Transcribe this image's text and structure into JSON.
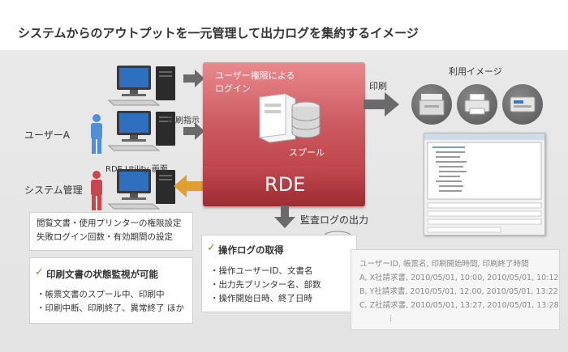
{
  "title": "システムからのアウトプットを一元管理して出力ログを集約するイメージ",
  "labels": {
    "user_a": "ユーザーA",
    "system_admin": "システム管理",
    "print_instruction": "印刷指示",
    "rde_utility_screen": "RDE Utility 画面",
    "user_auth_login": "ユーザー権限による\nログイン",
    "spool": "スプール",
    "rde": "RDE",
    "print": "印刷",
    "usage_image": "利用イメージ",
    "audit_log_output": "監査ログの出力"
  },
  "settings_box": {
    "lines": [
      "閲覧文書・使用プリンターの権限設定",
      "失敗ログイン回数・有効期間の設定"
    ]
  },
  "monitor_box": {
    "heading": "印刷文書の状態監視が可能",
    "lines": [
      "・帳票文書のスプール中、印刷中",
      "・印刷中断、印刷終了、異常終了 ほか"
    ]
  },
  "log_box": {
    "heading": "操作ログの取得",
    "lines": [
      "・操作ユーザーID、文書名",
      "・出力先プリンター名、部数",
      "・操作開始日時、終了日時"
    ]
  },
  "log_sample": {
    "rows": [
      "ユーザーID, 帳票名, 印刷開始時間, 印刷終了時間",
      "A, X社請求書, 2010/05/01, 10:00, 2010/05/01, 10:12",
      "B, Y社請求書, 2010/05/01, 12:00, 2010/05/01, 13:22",
      "C, Z社請求書, 2010/05/01, 13:27, 2010/05/01, 13:28"
    ],
    "ellipsis": "⋮"
  },
  "colors": {
    "rde_top": "#d9676c",
    "rde_bottom": "#b23a41",
    "arrow_gray": "#6a6a6a",
    "arrow_orange": "#e0a030",
    "check_green": "#5aa320",
    "user_blue": "#4f8fd6",
    "admin_red": "#c8474d"
  }
}
